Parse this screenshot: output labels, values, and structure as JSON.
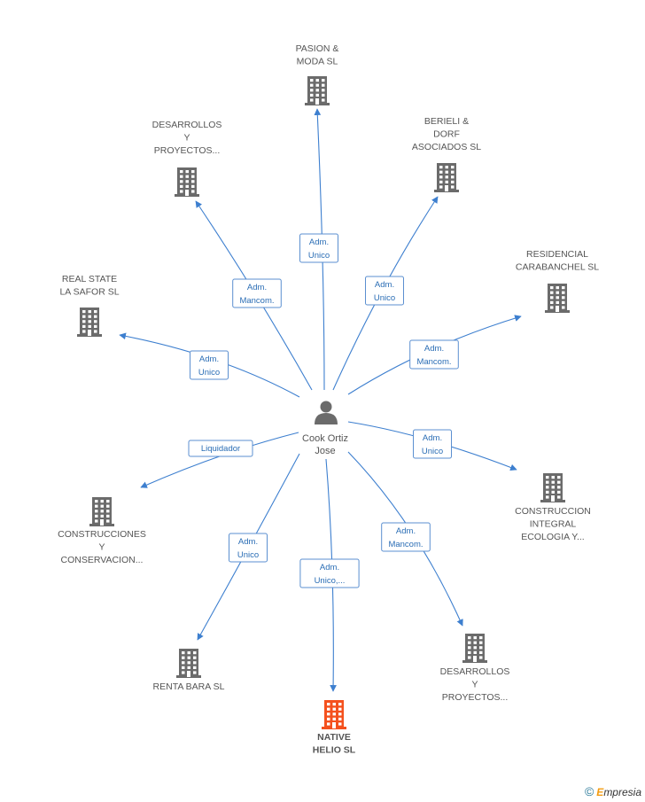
{
  "center": {
    "label_lines": [
      "Cook Ortiz",
      "Jose"
    ],
    "icon": "person-icon"
  },
  "colors": {
    "edge": "#3d7fcf",
    "building": "#6b6b6b",
    "highlight": "#f4511e"
  },
  "companies": [
    {
      "id": "pasion",
      "lines": [
        "PASION &",
        "MODA SL"
      ],
      "relation": [
        "Adm.",
        "Unico"
      ],
      "highlight": false
    },
    {
      "id": "berieli",
      "lines": [
        "BERIELI &",
        "DORF",
        "ASOCIADOS SL"
      ],
      "relation": [
        "Adm.",
        "Unico"
      ],
      "highlight": false
    },
    {
      "id": "residencial",
      "lines": [
        "RESIDENCIAL",
        "CARABANCHEL SL"
      ],
      "relation": [
        "Adm.",
        "Mancom."
      ],
      "highlight": false
    },
    {
      "id": "construccion-integral",
      "lines": [
        "CONSTRUCCION",
        "INTEGRAL",
        "ECOLOGIA Y..."
      ],
      "relation": [
        "Adm.",
        "Unico"
      ],
      "highlight": false
    },
    {
      "id": "desarrollos-2",
      "lines": [
        "DESARROLLOS",
        "Y",
        "PROYECTOS..."
      ],
      "relation": [
        "Adm.",
        "Mancom."
      ],
      "highlight": false
    },
    {
      "id": "native-helio",
      "lines": [
        "NATIVE",
        "HELIO SL"
      ],
      "relation": [
        "Adm.",
        "Unico,..."
      ],
      "highlight": true
    },
    {
      "id": "renta-bara",
      "lines": [
        "RENTA BARA SL"
      ],
      "relation": [
        "Adm.",
        "Unico"
      ],
      "highlight": false
    },
    {
      "id": "construcciones",
      "lines": [
        "CONSTRUCCIONES",
        "Y",
        "CONSERVACION..."
      ],
      "relation": [
        "Liquidador"
      ],
      "highlight": false
    },
    {
      "id": "real-state",
      "lines": [
        "REAL STATE",
        "LA SAFOR SL"
      ],
      "relation": [
        "Adm.",
        "Unico"
      ],
      "highlight": false
    },
    {
      "id": "desarrollos-1",
      "lines": [
        "DESARROLLOS",
        "Y",
        "PROYECTOS..."
      ],
      "relation": [
        "Adm.",
        "Mancom."
      ],
      "highlight": false
    }
  ],
  "footer": {
    "copyright": "©",
    "brand_first": "E",
    "brand_rest": "mpresia"
  }
}
